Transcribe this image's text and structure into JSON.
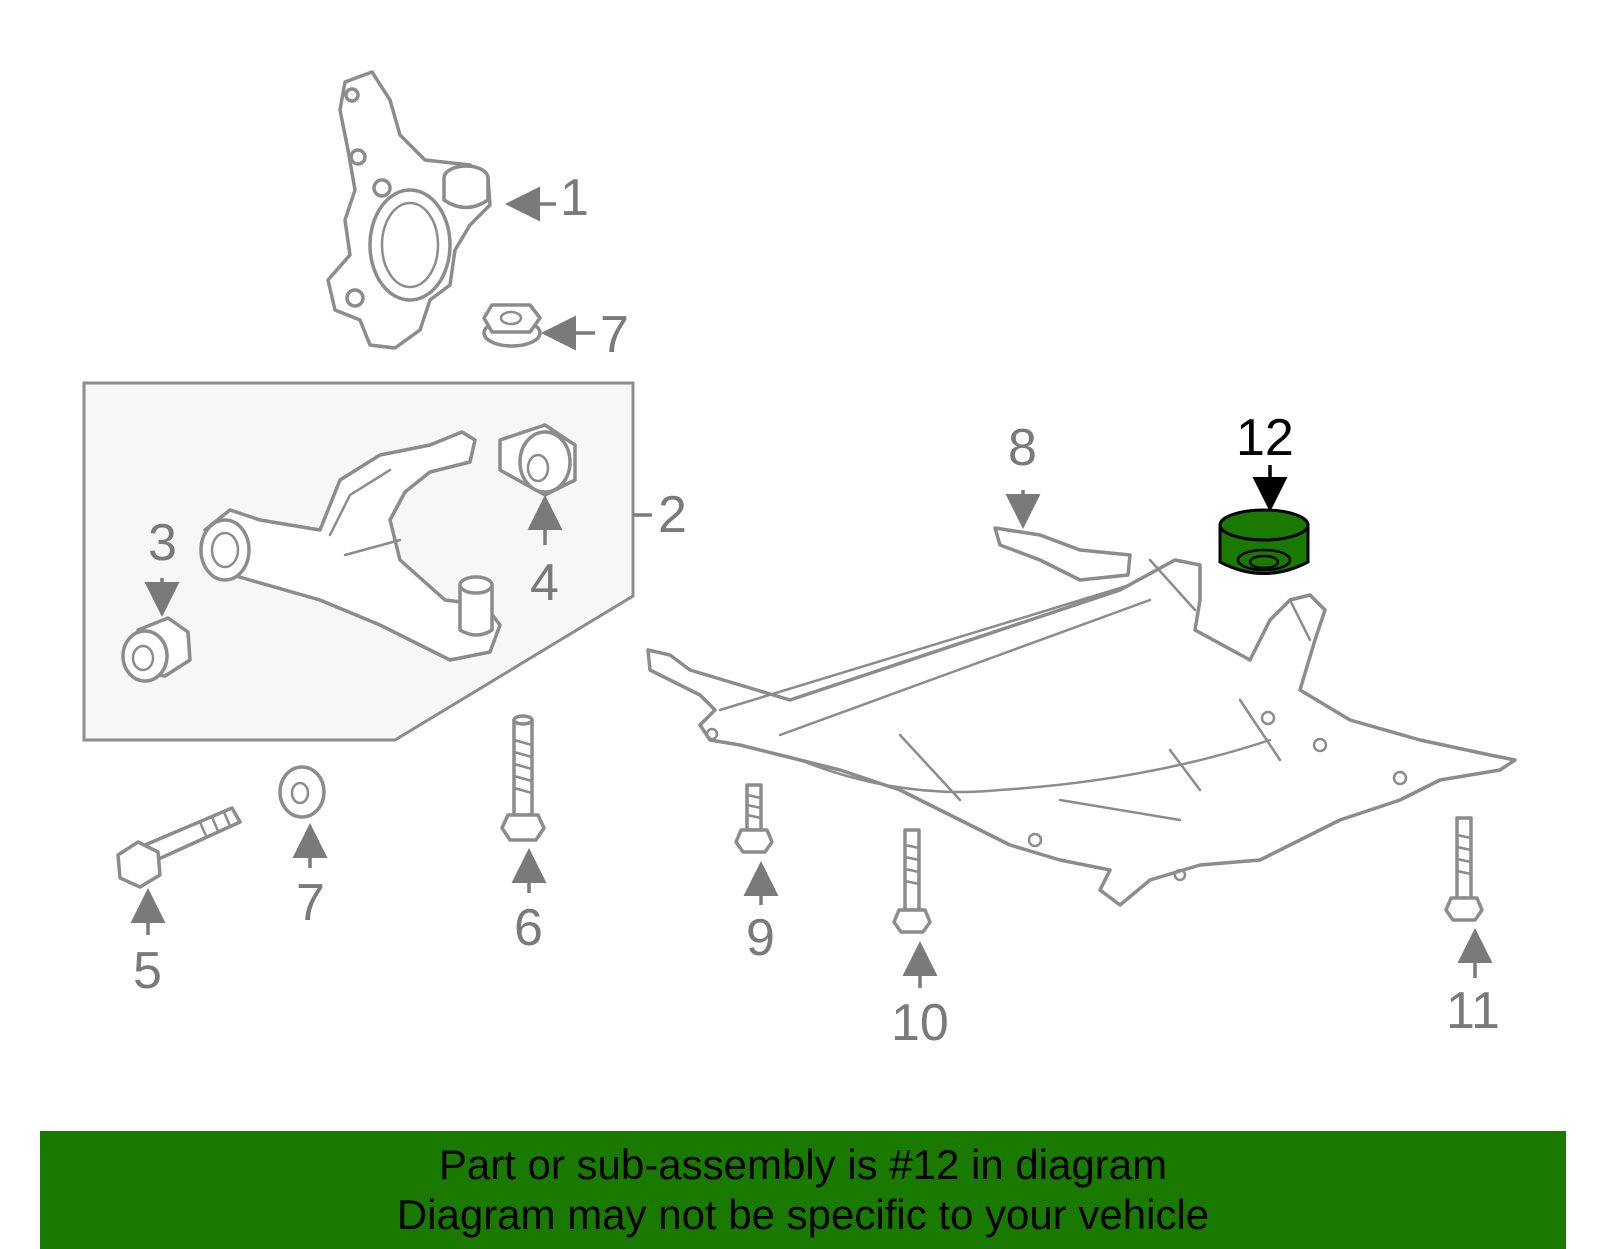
{
  "colors": {
    "highlight": "#1a7a00",
    "line": "#8c8c8c",
    "callout_text": "#7a7a7a"
  },
  "callouts": {
    "c1": "1",
    "c2": "2",
    "c3": "3",
    "c4": "4",
    "c5": "5",
    "c6": "6",
    "c7a": "7",
    "c7b": "7",
    "c8": "8",
    "c9": "9",
    "c10": "10",
    "c11": "11",
    "c12": "12"
  },
  "highlighted_part": "12",
  "banner": {
    "line1": "Part or sub-assembly is #12 in diagram",
    "line2": "Diagram may not be specific to your vehicle"
  }
}
